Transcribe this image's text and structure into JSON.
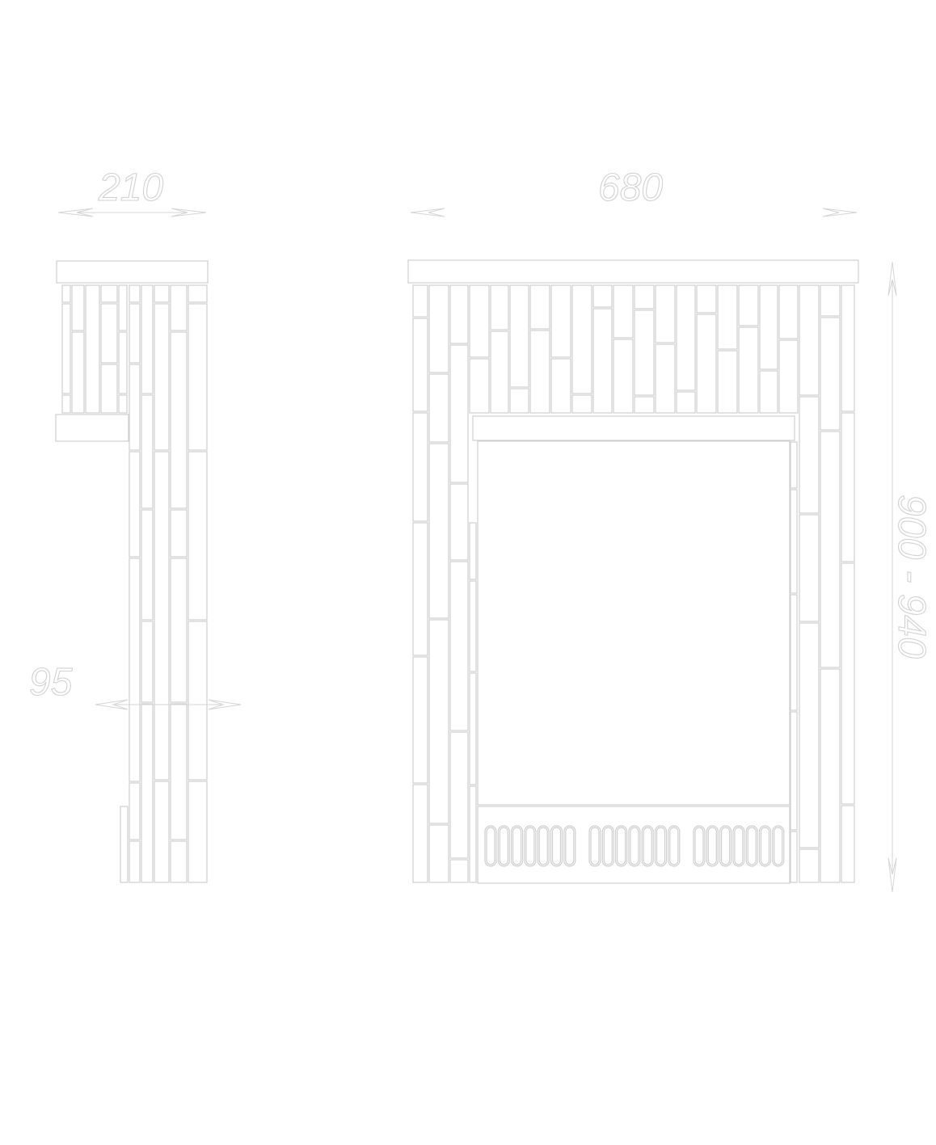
{
  "drawing": {
    "title": "Fireplace tile cladding elevations",
    "dimensions": {
      "side_width": "210",
      "front_width": "680",
      "side_depth_lower": "95",
      "height_range": "900 - 940"
    },
    "grille_slot_groups": 3,
    "slots_per_group": 7,
    "line_color": "#cfcfcf"
  }
}
